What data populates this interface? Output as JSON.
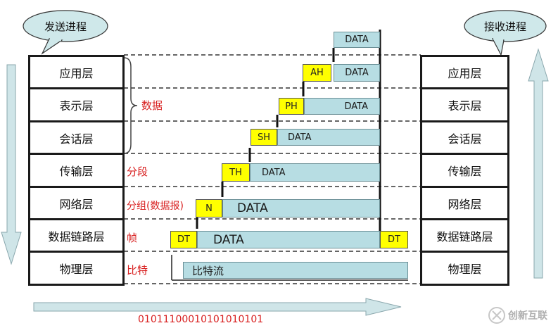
{
  "sender": {
    "title": "发送进程"
  },
  "receiver": {
    "title": "接收进程"
  },
  "layers": [
    "应用层",
    "表示层",
    "会话层",
    "传输层",
    "网络层",
    "数据链路层",
    "物理层"
  ],
  "annotations": {
    "data": "数据",
    "segment": "分段",
    "packet": "分组(数据报)",
    "frame": "帧",
    "bits": "比特"
  },
  "packets": {
    "top_data": "DATA",
    "ah": {
      "header": "AH",
      "data": "DATA"
    },
    "ph": {
      "header": "PH",
      "data": "DATA"
    },
    "sh": {
      "header": "SH",
      "data": "DATA"
    },
    "th": {
      "header": "TH",
      "data": "DATA"
    },
    "n": {
      "header": "N",
      "data": "DATA"
    },
    "dt": {
      "header": "DT",
      "data": "DATA",
      "trailer": "DT"
    },
    "bitstream": "比特流"
  },
  "bit_string": "01011100010101010101",
  "watermark": {
    "text": "创新互联"
  },
  "colors": {
    "header_yellow": "#ffff00",
    "data_blue": "#b7dde3",
    "bubble": "#cfe8ea",
    "arrow": "#cfe5e8",
    "annotation_red": "#d81f1f"
  }
}
